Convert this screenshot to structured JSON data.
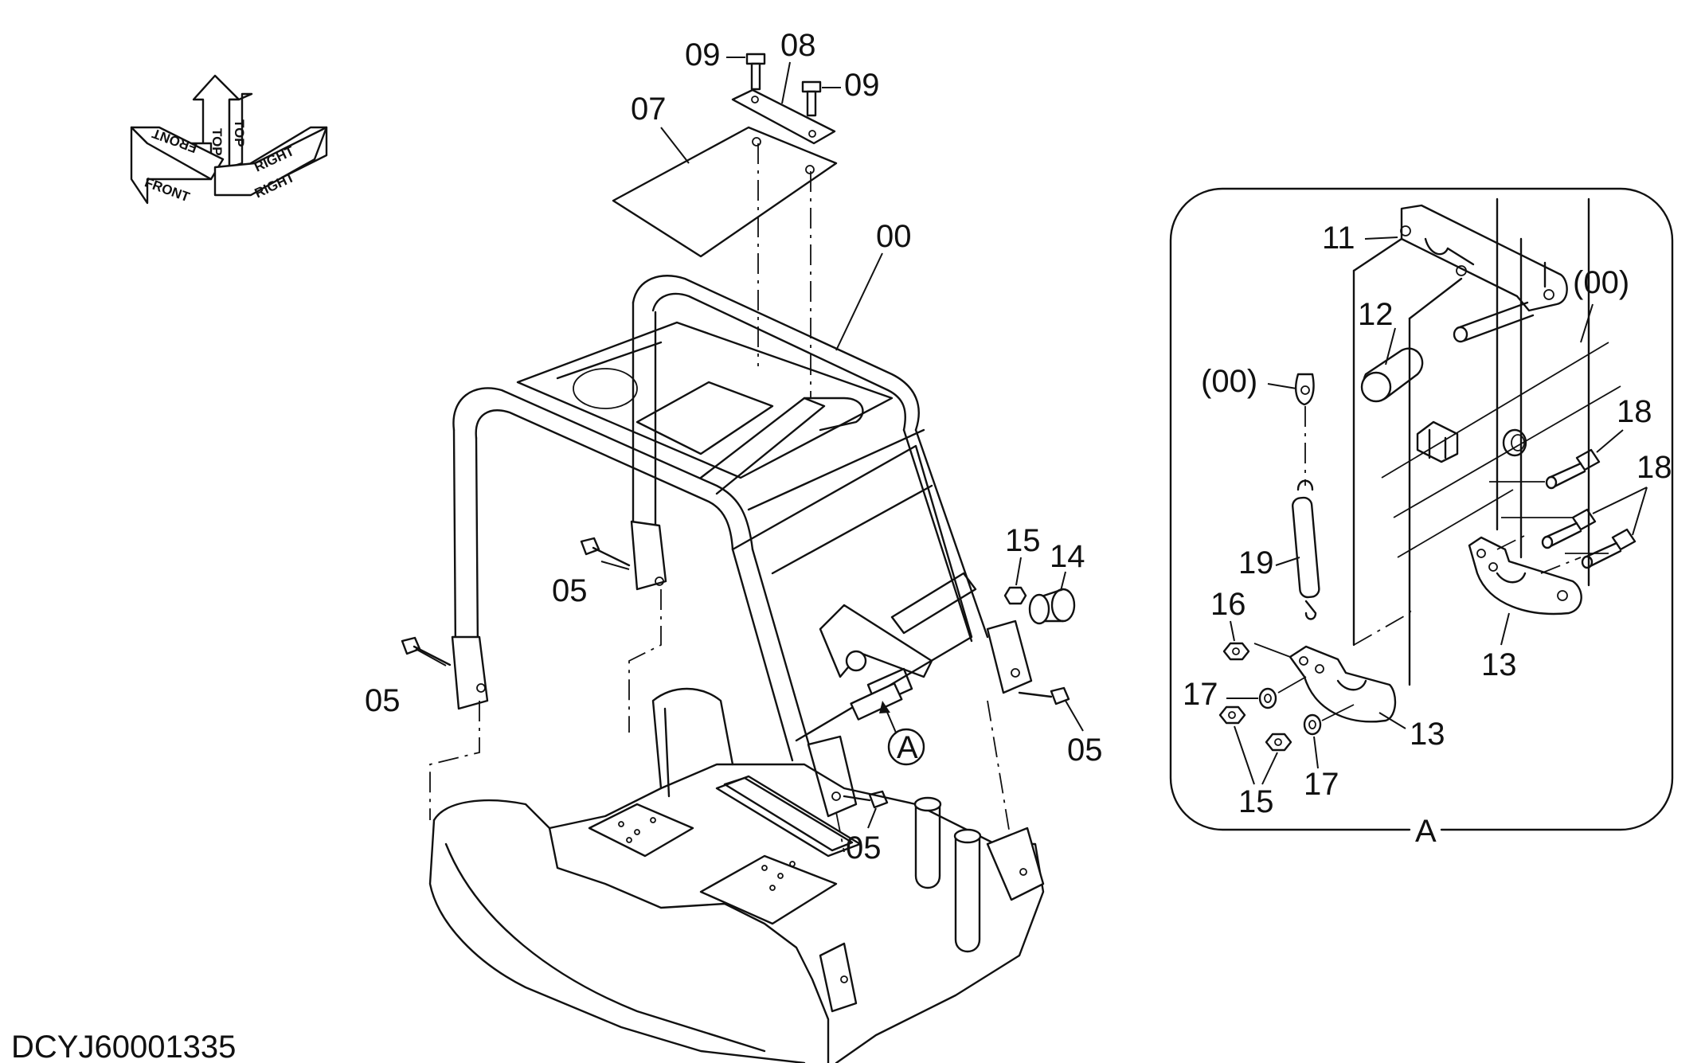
{
  "drawing_code": "DCYJ60001335",
  "orientation": {
    "front": "FRONT",
    "top": "TOP",
    "right": "RIGHT"
  },
  "detail": {
    "letter": "A",
    "callout": "A"
  },
  "labels": {
    "p00_main": "00",
    "p05_a": "05",
    "p05_b": "05",
    "p05_c": "05",
    "p05_d": "05",
    "p07": "07",
    "p08": "08",
    "p09_a": "09",
    "p09_b": "09",
    "p14": "14",
    "p15_main": "15",
    "p00_detail_right": "(00)",
    "p00_detail_left": "(00)",
    "p11": "11",
    "p12": "12",
    "p13_a": "13",
    "p13_b": "13",
    "p15_detail": "15",
    "p16": "16",
    "p17_a": "17",
    "p17_b": "17",
    "p18_a": "18",
    "p18_b": "18",
    "p19": "19"
  }
}
